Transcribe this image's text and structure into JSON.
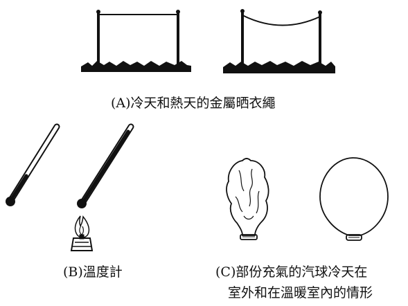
{
  "captions": {
    "a": "(A)冷天和熱天的金屬晒衣繩",
    "b": "(B)溫度計",
    "c_line1": "(C)部份充氣的汽球冷天在",
    "c_line2": "室外和在溫暖室內的情形"
  },
  "icons": {
    "cold_line": "taut-clothesline-icon",
    "hot_line": "sagging-clothesline-icon",
    "cool_thermometer": "thermometer-low-icon",
    "heated_thermometer": "thermometer-high-icon",
    "flame": "flame-icon",
    "cold_balloon": "shrunken-balloon-icon",
    "warm_balloon": "inflated-balloon-icon"
  }
}
